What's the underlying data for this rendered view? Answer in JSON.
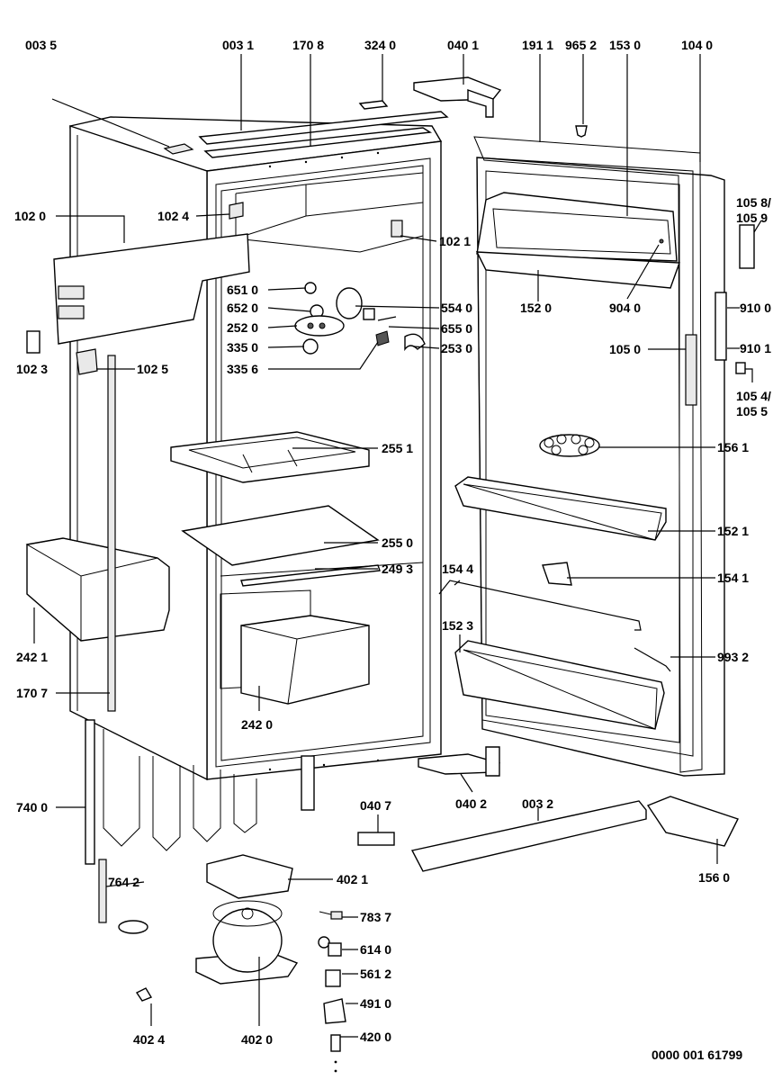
{
  "document_number": "0000 001 61799",
  "labels": {
    "l0035": "003 5",
    "l0031": "003 1",
    "l1708": "170 8",
    "l3240": "324 0",
    "l0401": "040 1",
    "l1911": "191 1",
    "l9652": "965 2",
    "l1530": "153 0",
    "l1040": "104 0",
    "l1020": "102 0",
    "l1024": "102 4",
    "l1021": "102 1",
    "l1058": "105 8/",
    "l1059": "105 9",
    "l6510": "651 0",
    "l6520": "652 0",
    "l2520": "252 0",
    "l3350": "335 0",
    "l3356": "335 6",
    "l5540": "554 0",
    "l6550": "655 0",
    "l2530": "253 0",
    "l1520": "152 0",
    "l9040": "904 0",
    "l9100": "910 0",
    "l1023": "102 3",
    "l1025": "102 5",
    "l1050": "105 0",
    "l9101": "910 1",
    "l1054": "105 4/",
    "l1055": "105 5",
    "l2551": "255 1",
    "l1561": "156 1",
    "l1521": "152 1",
    "l2550": "255 0",
    "l2493": "249 3",
    "l1544": "154 4",
    "l1541": "154 1",
    "l1523": "152 3",
    "l2421": "242 1",
    "l9932": "993 2",
    "l1707": "170 7",
    "l2420": "242 0",
    "l7400": "740 0",
    "l0407": "040 7",
    "l0402": "040 2",
    "l0032": "003 2",
    "l1560": "156 0",
    "l4021": "402 1",
    "l7642": "764 2",
    "l7837": "783 7",
    "l6140": "614 0",
    "l5612": "561 2",
    "l4910": "491 0",
    "l4024": "402 4",
    "l4020": "402 0",
    "l4200": "420 0"
  }
}
